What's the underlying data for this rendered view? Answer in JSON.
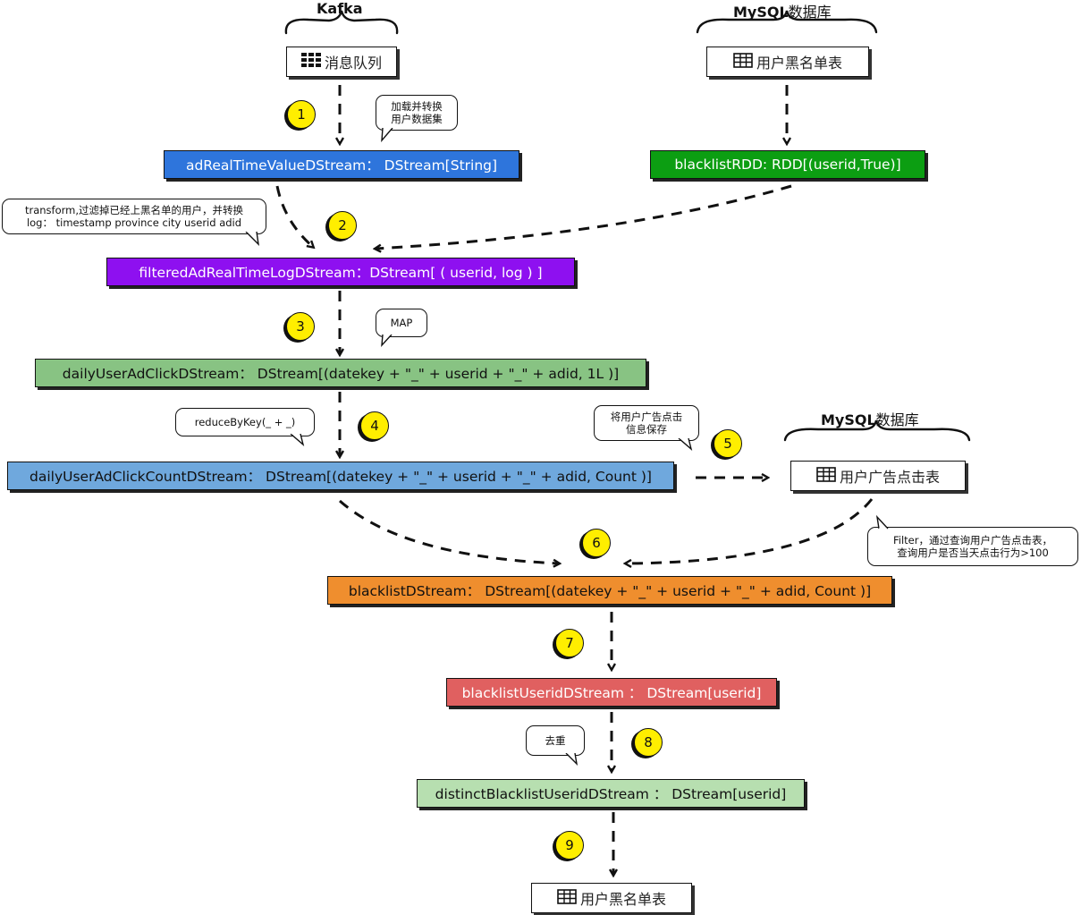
{
  "headers": {
    "kafka": "Kafka",
    "mysql_top_prefix": "MySQL",
    "mysql_top_suffix": "数据库",
    "mysql_mid_prefix": "MySQL",
    "mysql_mid_suffix": "数据库"
  },
  "sources": {
    "kafka_queue": "消息队列",
    "blacklist_table_top": "用户黑名单表",
    "ad_click_table": "用户广告点击表",
    "blacklist_table_bottom": "用户黑名单表"
  },
  "streams": {
    "ad_realtime": "adRealTimeValueDStream： DStream[String]",
    "blacklist_rdd": "blacklistRDD:   RDD[(userid,True)]",
    "filtered": "filteredAdRealTimeLogDStream：DStream[ ( userid, log ) ]",
    "daily_click": "dailyUserAdClickDStream：  DStream[(datekey + \"_\" + userid + \"_\" + adid, 1L )]",
    "daily_count": "dailyUserAdClickCountDStream：  DStream[(datekey + \"_\" + userid + \"_\" + adid, Count )]",
    "blacklist_ds": "blacklistDStream：  DStream[(datekey + \"_\" + userid + \"_\" + adid, Count )]",
    "blacklist_userid": "blacklistUseridDStream ：  DStream[userid]",
    "distinct_userid": "distinctBlacklistUseridDStream ：  DStream[userid]"
  },
  "notes": {
    "load_line1": "加载并转换",
    "load_line2": "用户数据集",
    "transform_line1": "transform,过滤掉已经上黑名单的用户，并转换",
    "transform_line2": "log：  timestamp province city userid adid",
    "map": "MAP",
    "reduce": "reduceByKey(_ + _)",
    "save_line1": "将用户广告点击",
    "save_line2": "信息保存",
    "filter_line1": "Filter，通过查询用户广告点击表，",
    "filter_line2": "查询用户是否当天点击行为>100",
    "dedup": "去重"
  },
  "steps": [
    "1",
    "2",
    "3",
    "4",
    "5",
    "6",
    "7",
    "8",
    "9"
  ],
  "colors": {
    "blue": "#2e75dc",
    "green_dark": "#0c9e12",
    "purple": "#8e10f0",
    "green_light": "#88c383",
    "blue_light": "#6fa8dd",
    "orange": "#ef8e2e",
    "red": "#e06060",
    "green_pale": "#b7dfb0",
    "step_yellow": "#ffee00"
  }
}
